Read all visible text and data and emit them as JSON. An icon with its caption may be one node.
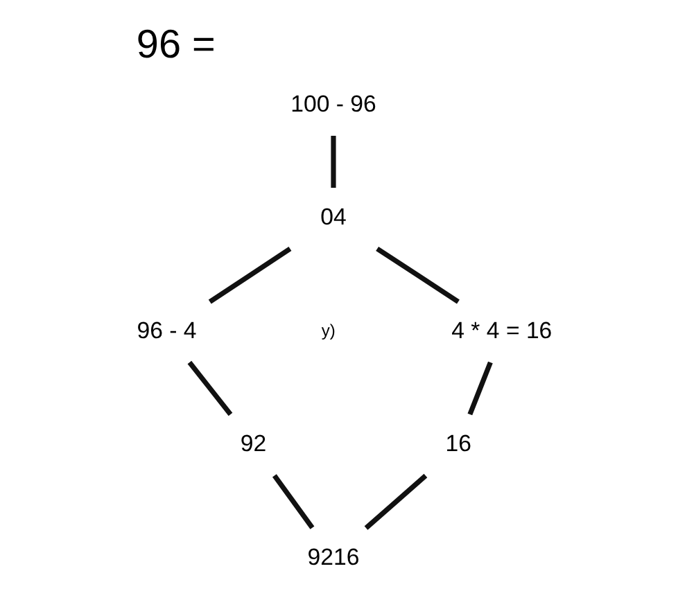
{
  "diagram": {
    "title": "96 =",
    "nodes": [
      {
        "text": [
          "100 - 96"
        ]
      },
      {
        "text": [
          "04"
        ]
      },
      {
        "text": [
          "96 - 4"
        ]
      },
      {
        "text": [
          "4 * 4 = 16"
        ]
      },
      {
        "text": [
          "92"
        ]
      },
      {
        "text": [
          "16"
        ]
      },
      {
        "text": [
          "9216"
        ]
      }
    ],
    "edges": [
      {
        "from": 0,
        "to": 1,
        "arrow": "none"
      },
      {
        "from": 1,
        "to": 2,
        "arrow": "none"
      },
      {
        "from": 1,
        "to": 3,
        "arrow": "none"
      },
      {
        "from": 2,
        "to": 4,
        "arrow": "none"
      },
      {
        "from": 3,
        "to": 5,
        "arrow": "none"
      },
      {
        "from": 4,
        "to": 6,
        "arrow": "none"
      },
      {
        "from": 5,
        "to": 6,
        "arrow": "none"
      }
    ],
    "labels": [
      "y)"
    ]
  }
}
